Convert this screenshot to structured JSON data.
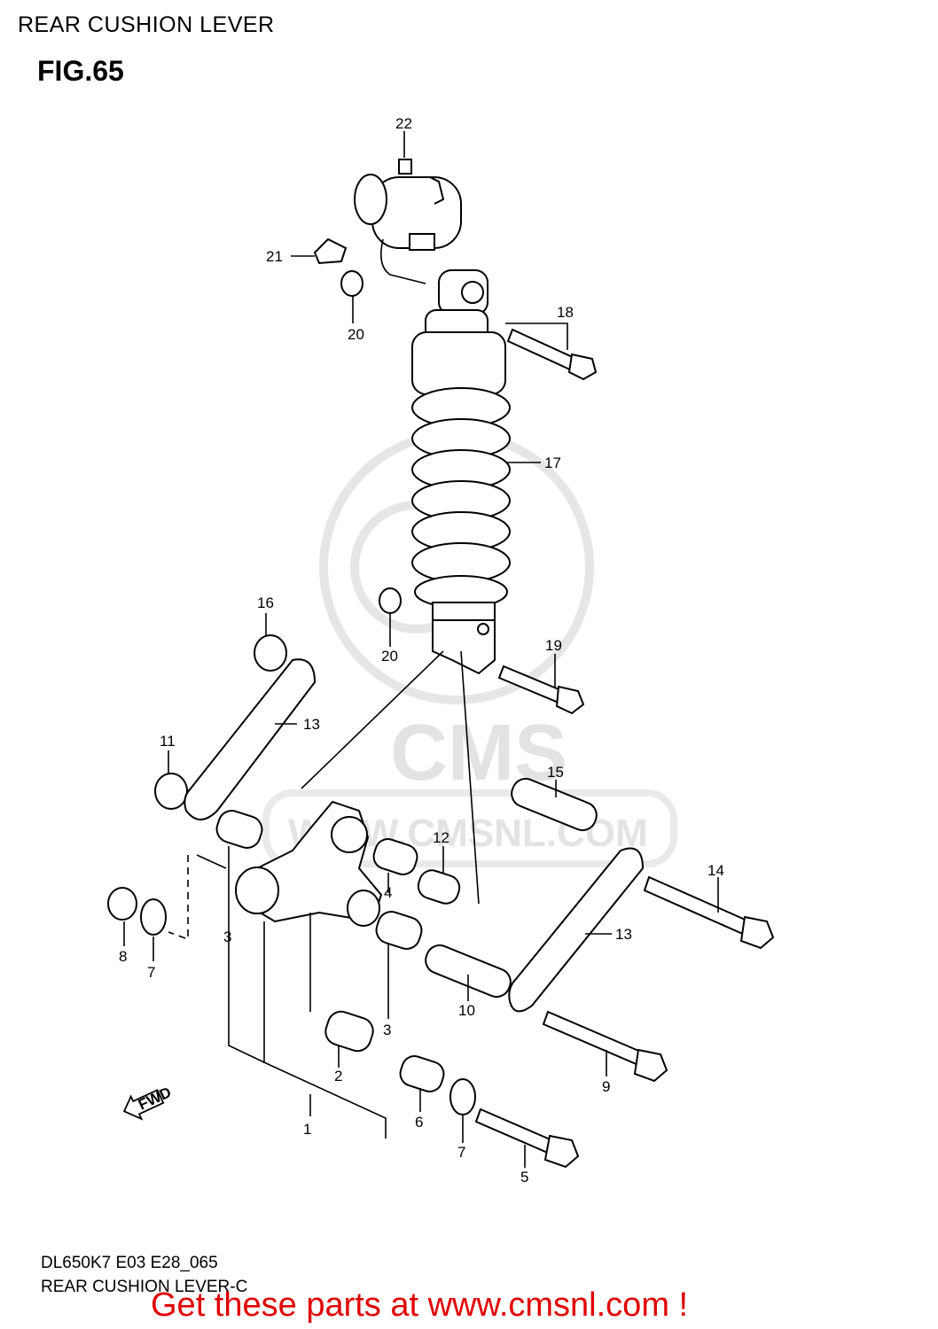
{
  "header": {
    "title": "REAR CUSHION LEVER",
    "figure": "FIG.65"
  },
  "callouts": [
    "1",
    "2",
    "3",
    "3",
    "4",
    "5",
    "6",
    "7",
    "7",
    "8",
    "9",
    "10",
    "11",
    "12",
    "13",
    "13",
    "14",
    "15",
    "16",
    "17",
    "18",
    "19",
    "20",
    "20",
    "21",
    "22"
  ],
  "fwd_badge": "FWD",
  "watermark": {
    "brand": "CMS",
    "url": "WWW.CMSNL.COM"
  },
  "footer": {
    "code": "DL650K7 E03 E28_065",
    "caption": "REAR CUSHION LEVER-C",
    "cta": "Get these parts at www.cmsnl.com !"
  }
}
